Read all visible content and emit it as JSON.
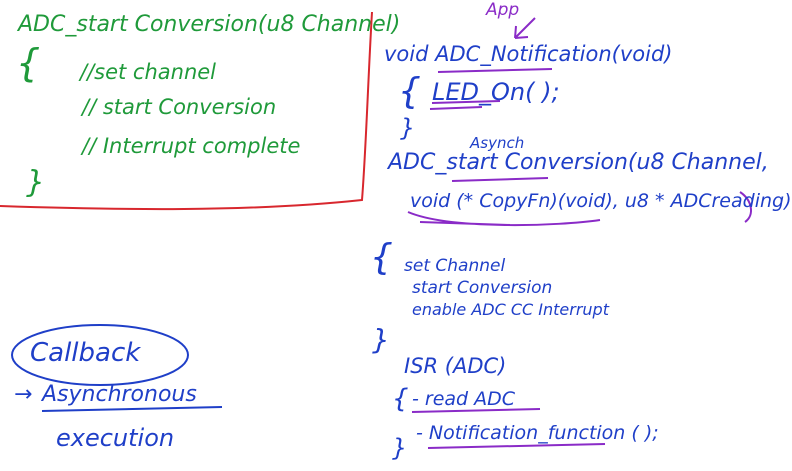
{
  "colors": {
    "green": "#1f9a3a",
    "blue": "#1f3fc8",
    "red": "#d8272e",
    "purple": "#8a2bc7",
    "background": "#ffffff"
  },
  "left_box": {
    "signature": "ADC_start Conversion(u8 Channel)",
    "open_brace": "{",
    "comment_1": "//set channel",
    "comment_2": "// start Conversion",
    "comment_3": "// Interrupt complete",
    "close_brace": "}"
  },
  "app_label": "App",
  "notification_block": {
    "signature": "void ADC_Notification(void)",
    "open_brace": "{",
    "call": "LED_On( );",
    "close_brace": "}"
  },
  "async_label": "Asynch",
  "start_conversion_block": {
    "line_1": "ADC_start Conversion(u8 Channel,",
    "line_2": "void (* CopyFn)(void), u8 * ADCreading)",
    "open_brace": "{",
    "body_1": "set Channel",
    "body_2": "start Conversion",
    "body_3": "enable ADC CC Interrupt",
    "close_brace": "}"
  },
  "isr_block": {
    "signature": "ISR (ADC)",
    "open_brace": "{",
    "line_1": "- read ADC",
    "close_brace": "}",
    "line_2": "- Notification_function ( );"
  },
  "concept": {
    "word_1": "Callback",
    "arrow": "→",
    "word_2": "Asynchronous",
    "word_3": "execution"
  }
}
